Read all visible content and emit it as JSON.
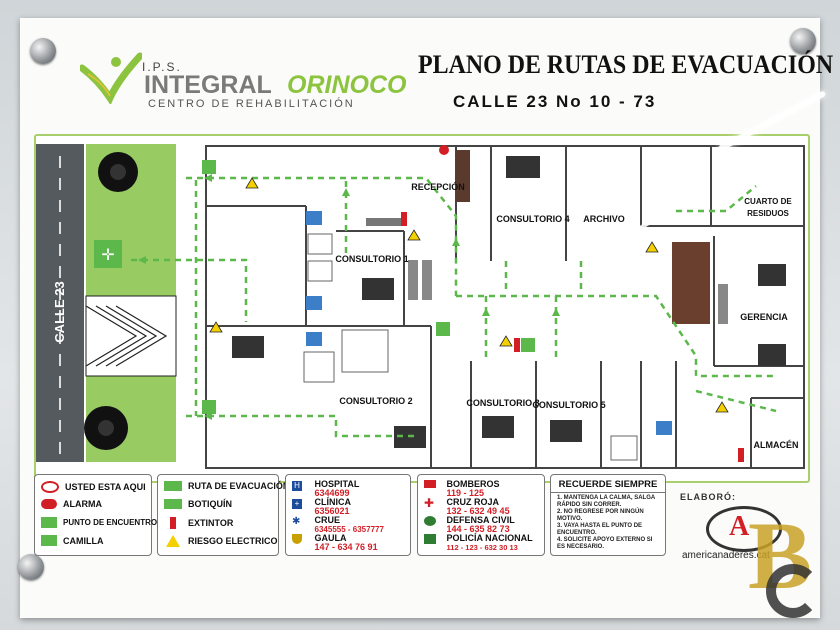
{
  "header": {
    "logo_ips": "I.P.S.",
    "logo_integral": "INTEGRAL",
    "logo_orinoco": "ORINOCO",
    "logo_subtitle": "CENTRO DE REHABILITACIÓN",
    "title": "PLANO DE RUTAS DE EVACUACIÓN",
    "address": "CALLE 23 No 10 - 73"
  },
  "map": {
    "street": "CALLE 23",
    "rooms": {
      "recepcion": "RECEPCIÓN",
      "consultorio4": "CONSULTORIO 4",
      "archivo": "ARCHIVO",
      "cuarto_residuos": "CUARTO DE RESIDUOS",
      "consultorio1": "CONSULTORIO 1",
      "gerencia": "GERENCIA",
      "consultorio2": "CONSULTORIO 2",
      "consultorio3": "CONSULTORIO 3",
      "consultorio5": "CONSULTORIO 5",
      "almacen": "ALMACÉN"
    }
  },
  "legend_symbols": [
    "USTED ESTA AQUI",
    "ALARMA",
    "PUNTO DE ENCUENTRO",
    "CAMILLA"
  ],
  "legend_routes": [
    "RUTA DE EVACUACIÓN",
    "BOTIQUÍN",
    "EXTINTOR",
    "RIESGO ELECTRICO"
  ],
  "contacts_a": [
    {
      "name": "HOSPITAL",
      "phone": "6344699"
    },
    {
      "name": "CLÍNICA",
      "phone": "6356021"
    },
    {
      "name": "CRUE",
      "phone": "6345555 - 6357777"
    },
    {
      "name": "GAULA",
      "phone": "147 - 634 76 91"
    }
  ],
  "contacts_b": [
    {
      "name": "BOMBEROS",
      "phone": "119 - 125"
    },
    {
      "name": "CRUZ ROJA",
      "phone": "132 - 632 49 45"
    },
    {
      "name": "DEFENSA CIVIL",
      "phone": "144 - 635 82 73"
    },
    {
      "name": "POLICÍA NACIONAL",
      "phone": "112 - 123 - 632 30 13"
    }
  ],
  "recuerde": {
    "title": "RECUERDE SIEMPRE",
    "items": [
      "1. MANTENGA LA CALMA, SALGA RÁPIDO SIN CORRER.",
      "2. NO REGRESE POR NINGÚN MOTIVO.",
      "3. VAYA HASTA EL PUNTO DE ENCUENTRO.",
      "4. SOLICITE APOYO EXTERNO SI ES NECESARIO."
    ]
  },
  "elaboro": {
    "label": "ELABORÓ:",
    "company": "americanaderes.cat"
  },
  "colors": {
    "route_green": "#5cb84a",
    "brand_green": "#8dc43f",
    "alert_red": "#d21f26",
    "frame_green": "#a8cf6b"
  }
}
